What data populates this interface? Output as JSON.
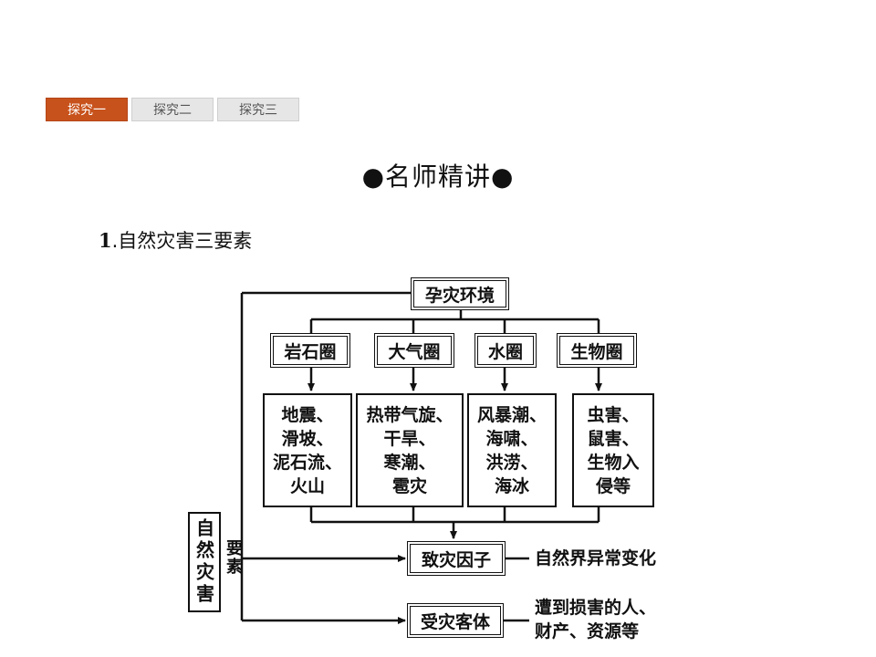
{
  "tabs": [
    {
      "label": "探究一",
      "active": true
    },
    {
      "label": "探究二",
      "active": false
    },
    {
      "label": "探究三",
      "active": false
    }
  ],
  "title": "●名师精讲●",
  "heading": {
    "number": "1",
    "text": ".自然灾害三要素"
  },
  "diagram": {
    "top_box": "孕灾环境",
    "spheres": [
      "岩石圈",
      "大气圈",
      "水圈",
      "生物圈"
    ],
    "hazards": [
      "地震、\n滑坡、\n泥石流、\n火山",
      "热带气旋、\n干旱、\n寒潮、\n雹灾",
      "风暴潮、\n海啸、\n洪涝、\n海冰",
      "虫害、\n鼠害、\n生物入\n侵等"
    ],
    "factor_box": "致灾因子",
    "factor_note": "自然界异常变化",
    "body_box": "受灾客体",
    "body_note": "遭到损害的人、\n财产、资源等",
    "left_box": "自然灾害",
    "left_label": "要素"
  }
}
